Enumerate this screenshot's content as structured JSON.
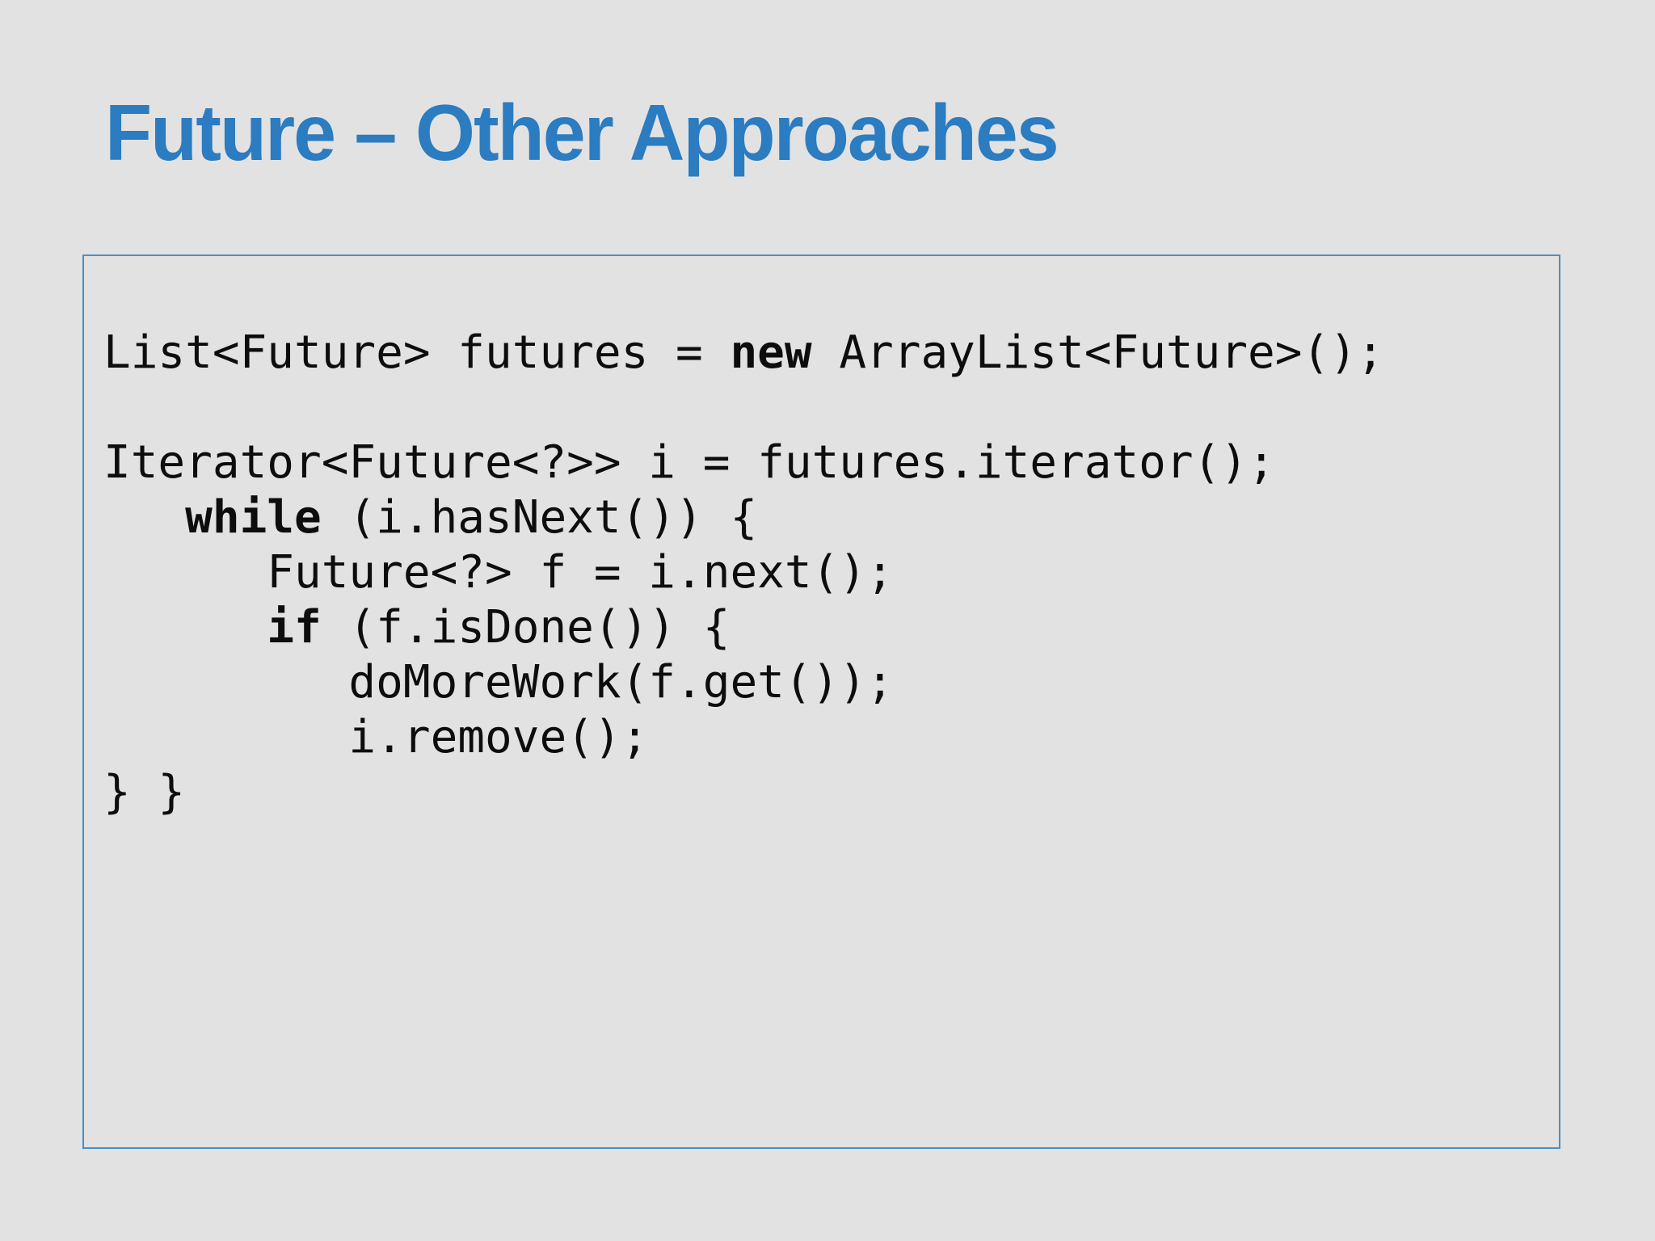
{
  "slide": {
    "title": "Future – Other Approaches",
    "colors": {
      "background": "#e3e2e2",
      "title_text": "#2b7cc0",
      "code_box_border": "#4690c6",
      "code_text": "#0d0d0d"
    },
    "code_block": {
      "language": "java",
      "lines": [
        {
          "segments": [
            {
              "text": "List<Future> futures = "
            },
            {
              "text": "new",
              "bold": true
            },
            {
              "text": " ArrayList<Future>();"
            }
          ]
        },
        {
          "segments": []
        },
        {
          "segments": [
            {
              "text": "Iterator<Future<?>> i = futures.iterator();"
            }
          ]
        },
        {
          "segments": [
            {
              "text": "   "
            },
            {
              "text": "while",
              "bold": true
            },
            {
              "text": " (i.hasNext()) {"
            }
          ]
        },
        {
          "segments": [
            {
              "text": "      Future<?> f = i.next();"
            }
          ]
        },
        {
          "segments": [
            {
              "text": "      "
            },
            {
              "text": "if",
              "bold": true
            },
            {
              "text": " (f.isDone()) {"
            }
          ]
        },
        {
          "segments": [
            {
              "text": "         doMoreWork(f.get());"
            }
          ]
        },
        {
          "segments": [
            {
              "text": "         i.remove();"
            }
          ]
        },
        {
          "segments": [
            {
              "text": "} }"
            }
          ]
        }
      ]
    }
  }
}
